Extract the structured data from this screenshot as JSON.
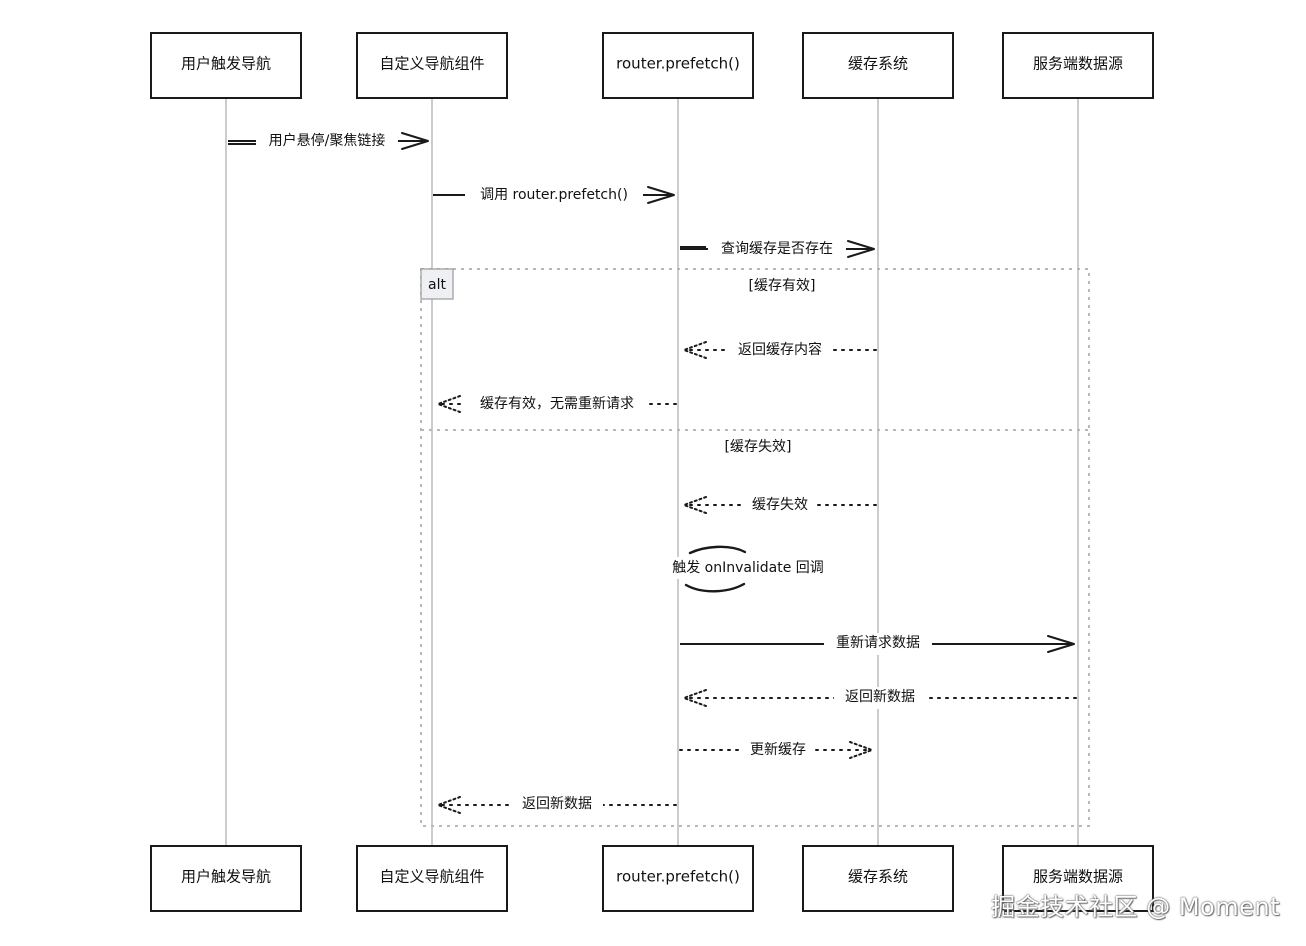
{
  "actors": [
    {
      "id": "user",
      "label": "用户触发导航"
    },
    {
      "id": "nav",
      "label": "自定义导航组件"
    },
    {
      "id": "router",
      "label": "router.prefetch()"
    },
    {
      "id": "cache",
      "label": "缓存系统"
    },
    {
      "id": "server",
      "label": "服务端数据源"
    }
  ],
  "messages": [
    {
      "from": "user",
      "to": "nav",
      "label": "用户悬停/聚焦链接",
      "style": "solid"
    },
    {
      "from": "nav",
      "to": "router",
      "label": "调用 router.prefetch()",
      "style": "solid"
    },
    {
      "from": "router",
      "to": "cache",
      "label": "查询缓存是否存在",
      "style": "solid"
    },
    {
      "from": "cache",
      "to": "router",
      "label": "返回缓存内容",
      "style": "dotted"
    },
    {
      "from": "router",
      "to": "nav",
      "label": "缓存有效，无需重新请求",
      "style": "dotted"
    },
    {
      "from": "cache",
      "to": "router",
      "label": "缓存失效",
      "style": "dotted"
    },
    {
      "from": "router",
      "to": "router",
      "label": "触发 onInvalidate 回调",
      "style": "self"
    },
    {
      "from": "router",
      "to": "server",
      "label": "重新请求数据",
      "style": "solid"
    },
    {
      "from": "server",
      "to": "router",
      "label": "返回新数据",
      "style": "dotted"
    },
    {
      "from": "router",
      "to": "cache",
      "label": "更新缓存",
      "style": "dotted"
    },
    {
      "from": "router",
      "to": "nav",
      "label": "返回新数据",
      "style": "dotted"
    }
  ],
  "frame": {
    "tag": "alt",
    "guards": [
      "[缓存有效]",
      "[缓存失效]"
    ]
  },
  "watermark": "掘金技术社区 @ Moment"
}
